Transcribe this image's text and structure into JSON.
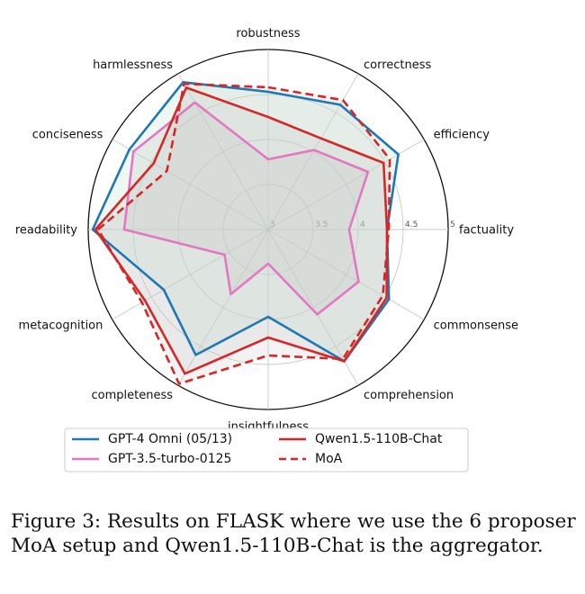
{
  "chart_data": {
    "type": "radar",
    "axes": [
      "robustness",
      "correctness",
      "efficiency",
      "factuality",
      "commonsense",
      "comprehension",
      "insightfulness",
      "completeness",
      "metacognition",
      "readability",
      "conciseness",
      "harmlessness"
    ],
    "rlim": [
      3,
      5
    ],
    "rticks": [
      "3",
      "3.5",
      "4",
      "4.5",
      "5"
    ],
    "rtick_values": [
      3,
      3.5,
      4,
      4.5,
      5
    ],
    "grid": true,
    "legend_position": "bottom",
    "series": [
      {
        "name": "GPT-4 Omni (05/13)",
        "color": "#1f77b4",
        "dash": "solid",
        "values": [
          4.53,
          4.6,
          4.67,
          4.32,
          4.55,
          4.69,
          3.97,
          4.61,
          4.34,
          4.95,
          4.78,
          4.89
        ]
      },
      {
        "name": "GPT-3.5-turbo-0125",
        "color": "#e377c2",
        "dash": "solid",
        "values": [
          3.78,
          4.02,
          4.28,
          3.9,
          4.16,
          4.09,
          3.38,
          3.83,
          3.56,
          4.6,
          4.73,
          4.63
        ]
      },
      {
        "name": "Qwen1.5-110B-Chat",
        "color": "#d62728",
        "dash": "solid",
        "values": [
          4.25,
          4.17,
          4.48,
          4.32,
          4.52,
          4.69,
          4.2,
          4.85,
          4.58,
          4.92,
          4.47,
          4.82
        ]
      },
      {
        "name": "MoA",
        "color": "#d62728",
        "dash": "dashed",
        "values": [
          4.58,
          4.66,
          4.56,
          4.34,
          4.47,
          4.66,
          4.4,
          4.98,
          4.62,
          4.89,
          4.3,
          4.87
        ]
      }
    ]
  },
  "caption": "Figure 3: Results on FLASK where we use the 6 proposer MoA setup and Qwen1.5-110B-Chat is the aggregator."
}
